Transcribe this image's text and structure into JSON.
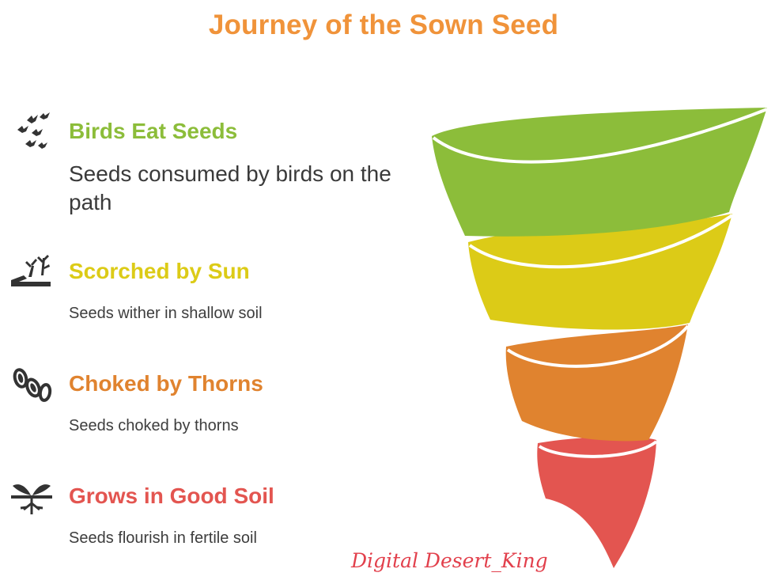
{
  "title": "Journey of the Sown Seed",
  "colors": {
    "title": "#f0933a",
    "stage1": "#8cbd3a",
    "stage2": "#dccb17",
    "stage3": "#e0832f",
    "stage4": "#e35550",
    "icon": "#333333"
  },
  "stages": [
    {
      "title": "Birds Eat Seeds",
      "description": "Seeds consumed by birds on the path",
      "icon": "birds-icon"
    },
    {
      "title": "Scorched by Sun",
      "description": "Seeds wither in shallow soil",
      "icon": "withered-plant-icon"
    },
    {
      "title": "Choked by Thorns",
      "description": "Seeds choked by thorns",
      "icon": "seeds-icon"
    },
    {
      "title": "Grows in Good Soil",
      "description": "Seeds flourish in fertile soil",
      "icon": "sprout-roots-icon"
    }
  ],
  "watermark": "Digital Desert_King"
}
